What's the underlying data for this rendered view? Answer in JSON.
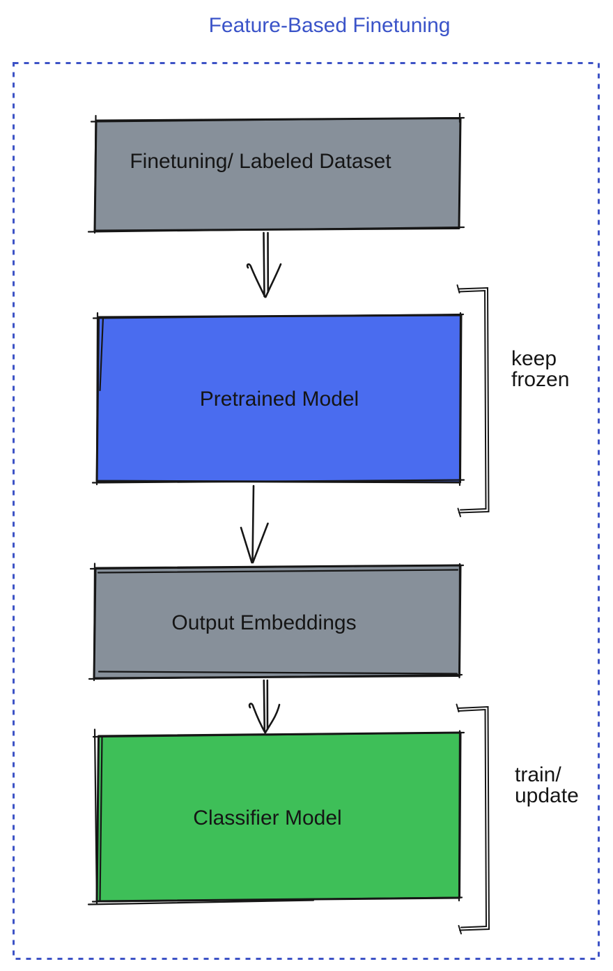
{
  "title": "Feature-Based Finetuning",
  "colors": {
    "title": "#3A53C8",
    "frame_border": "#3D53C6",
    "box_stroke": "#161616",
    "gray": "#87909A",
    "blue": "#4A6CEF",
    "green": "#3EBF58"
  },
  "nodes": [
    {
      "id": "finetuning-dataset",
      "label": "Finetuning/ Labeled Dataset",
      "fill": "#87909A"
    },
    {
      "id": "pretrained-model",
      "label": "Pretrained Model",
      "fill": "#4A6CEF"
    },
    {
      "id": "output-embeddings",
      "label": "Output Embeddings",
      "fill": "#87909A"
    },
    {
      "id": "classifier-model",
      "label": "Classifier Model",
      "fill": "#3EBF58"
    }
  ],
  "edges": [
    {
      "from": "finetuning-dataset",
      "to": "pretrained-model"
    },
    {
      "from": "pretrained-model",
      "to": "output-embeddings"
    },
    {
      "from": "output-embeddings",
      "to": "classifier-model"
    }
  ],
  "annotations": [
    {
      "target": "pretrained-model",
      "label": "keep\nfrozen"
    },
    {
      "target": "classifier-model",
      "label": "train/\nupdate"
    }
  ]
}
